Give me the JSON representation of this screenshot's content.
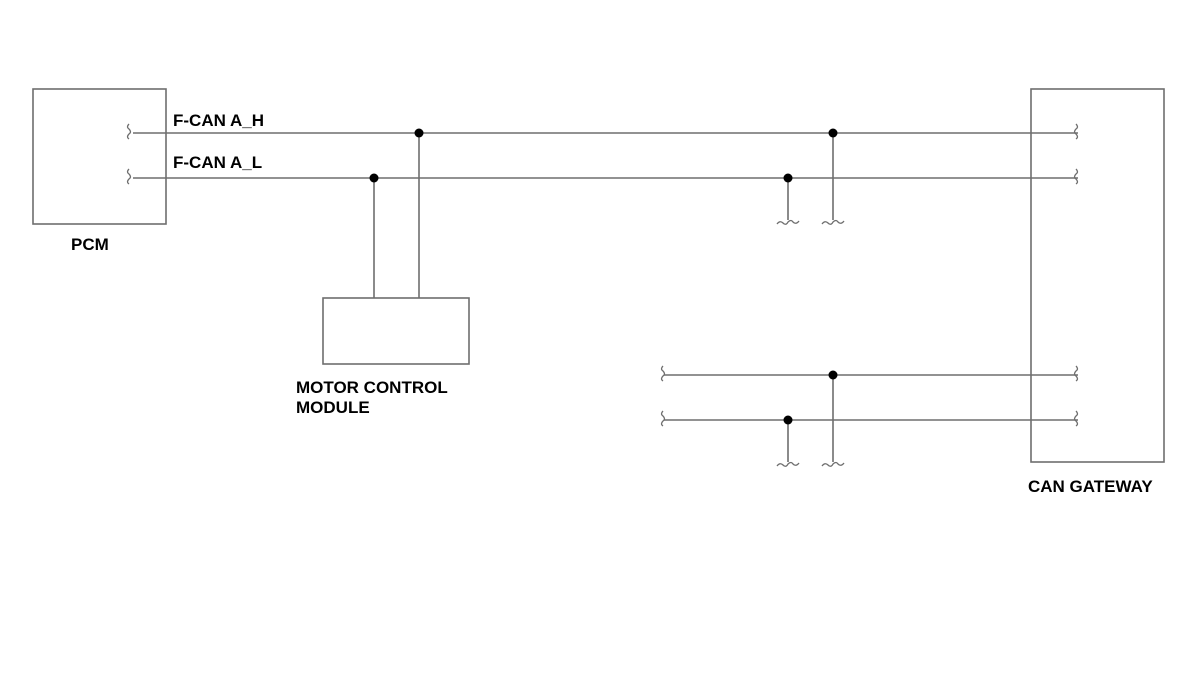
{
  "modules": {
    "pcm": "PCM",
    "motor_control_line1": "MOTOR CONTROL",
    "motor_control_line2": "MODULE",
    "can_gateway": "CAN GATEWAY"
  },
  "signals": {
    "high": "F-CAN A_H",
    "low": "F-CAN A_L"
  },
  "colors": {
    "wire": "#6e6e6e",
    "junction": "#000000",
    "text": "#000000"
  }
}
